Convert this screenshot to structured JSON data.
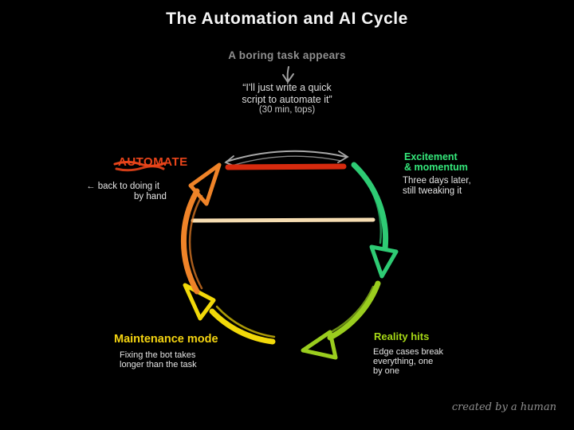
{
  "title": "The Automation and AI Cycle",
  "start": {
    "heading": "A boring task appears",
    "line_1": "“I'll just write a quick",
    "line_2": "script to automate it”",
    "line_3": "(30 min, tops)"
  },
  "stages": {
    "excitement": {
      "label_1": "Excitement",
      "label_2": "& momentum",
      "sub_1": "Three days later,",
      "sub_2": "still tweaking it"
    },
    "reality": {
      "label": "Reality hits",
      "sub_1": "Edge cases break",
      "sub_2": "everything, one",
      "sub_3": "by one"
    },
    "maintenance": {
      "label": "Maintenance mode",
      "sub_1": "Fixing the bot takes",
      "sub_2": "longer than the task"
    },
    "quit": {
      "label": "AUTOMATE",
      "sub_1": "← back to doing it",
      "sub_2": "by hand"
    }
  },
  "watermark": "created by a human",
  "colors": {
    "background": "#000000",
    "title": "#f5f5f5",
    "muted_gray": "#8f8f8f",
    "subtext": "#e3e3e3",
    "green_label": "#35e87b",
    "green_arc": "#2ecb74",
    "yellow_green": "#9acd1e",
    "yellow": "#f2d909",
    "orange": "#ef8328",
    "red": "#e8441a",
    "red_bar": "#d62a0e",
    "tan_line": "#f6ddb2",
    "sketch_gray": "#a8a8a8"
  }
}
